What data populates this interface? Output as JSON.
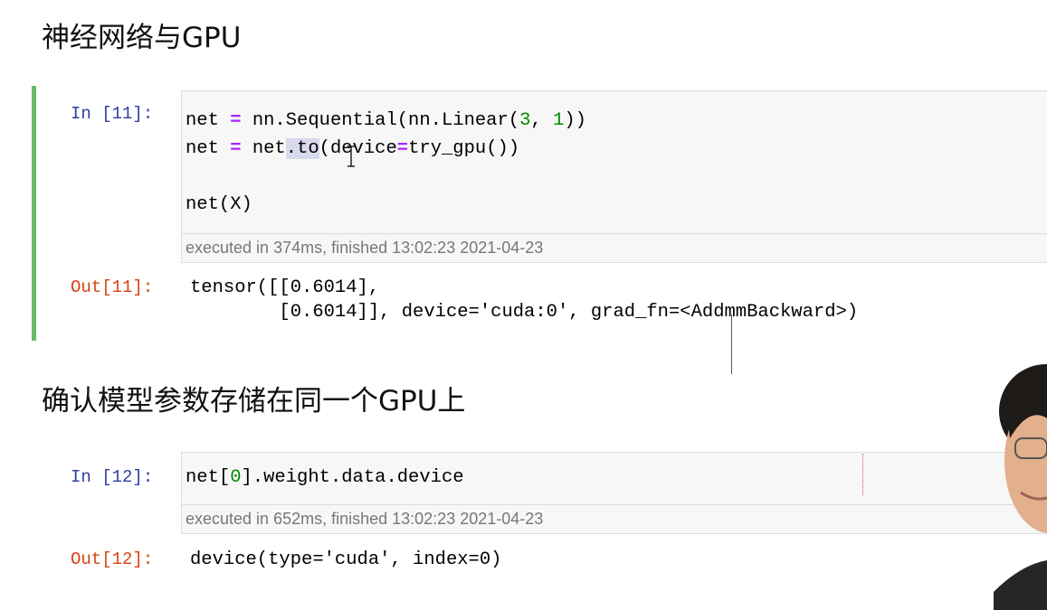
{
  "sections": {
    "heading1": "神经网络与GPU",
    "heading2": "确认模型参数存储在同一个GPU上"
  },
  "cell11": {
    "in_prompt": "In [11]:",
    "code": {
      "line1": {
        "a": "net ",
        "op": "=",
        "b": " nn.Sequential(nn.Linear(",
        "n1": "3",
        "c": ", ",
        "n2": "1",
        "d": "))"
      },
      "line2": {
        "a": "net ",
        "op": "=",
        "b": " net",
        "hl": ".to",
        "c": "(device",
        "op2": "=",
        "d": "try_gpu())"
      },
      "line4": "net(X)"
    },
    "exec_info": "executed in 374ms, finished 13:02:23 2021-04-23",
    "out_prompt": "Out[11]:",
    "output_line1": "tensor([[0.6014],",
    "output_line2": "        [0.6014]], device='cuda:0', grad_fn=<AddmmBackward>)"
  },
  "cell12": {
    "in_prompt": "In [12]:",
    "code": {
      "a": "net[",
      "n": "0",
      "b": "].weight.data.device"
    },
    "exec_info": "executed in 652ms, finished 13:02:23 2021-04-23",
    "out_prompt": "Out[12]:",
    "output_line1": "device(type='cuda', index=0)"
  },
  "colors": {
    "selected_border": "#66bb6a",
    "in_prompt": "#303f9f",
    "out_prompt": "#d84315",
    "operator": "#aa22ff",
    "number": "#008800"
  }
}
